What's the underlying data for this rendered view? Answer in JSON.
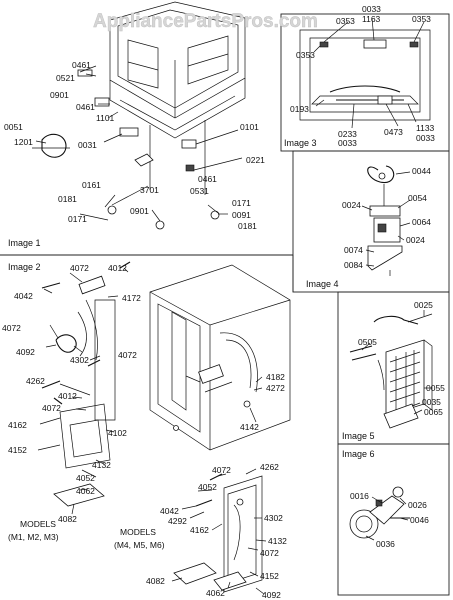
{
  "watermark": "AppliancePartsPros.com",
  "images": {
    "image1": {
      "caption": "Image 1",
      "labels": [
        "0461",
        "0521",
        "0901",
        "0461",
        "1101",
        "0051",
        "1201",
        "0031",
        "0101",
        "0221",
        "0461",
        "0531",
        "3701",
        "0161",
        "0181",
        "0171",
        "0901",
        "0171",
        "0091",
        "0181"
      ]
    },
    "image2": {
      "caption": "Image 2",
      "labels": [
        "4072",
        "4012",
        "4042",
        "4172",
        "4072",
        "4092",
        "4302",
        "4072",
        "4262",
        "4012",
        "4072",
        "4162",
        "4152",
        "4102",
        "4132",
        "4052",
        "4062",
        "4082",
        "4182",
        "4272",
        "4142",
        "4072",
        "4262",
        "4052",
        "4042",
        "4292",
        "4162",
        "4302",
        "4132",
        "4072",
        "4152",
        "4082",
        "4062",
        "4092"
      ],
      "models_left": [
        "MODELS",
        "(M1, M2, M3)"
      ],
      "models_right": [
        "MODELS",
        "(M4, M5, M6)"
      ]
    },
    "image3": {
      "caption": "Image 3",
      "labels": [
        "0033",
        "1163",
        "0353",
        "0353",
        "0353",
        "0193",
        "0473",
        "0233",
        "0033",
        "1133",
        "0033"
      ]
    },
    "image4": {
      "caption": "Image 4",
      "labels": [
        "0044",
        "0054",
        "0024",
        "0064",
        "0024",
        "0074",
        "0084"
      ]
    },
    "image5": {
      "caption": "Image 5",
      "labels": [
        "0025",
        "0505",
        "0055",
        "0035",
        "0065"
      ]
    },
    "image6": {
      "caption": "Image 6",
      "labels": [
        "0016",
        "0026",
        "0046",
        "0036"
      ]
    }
  }
}
